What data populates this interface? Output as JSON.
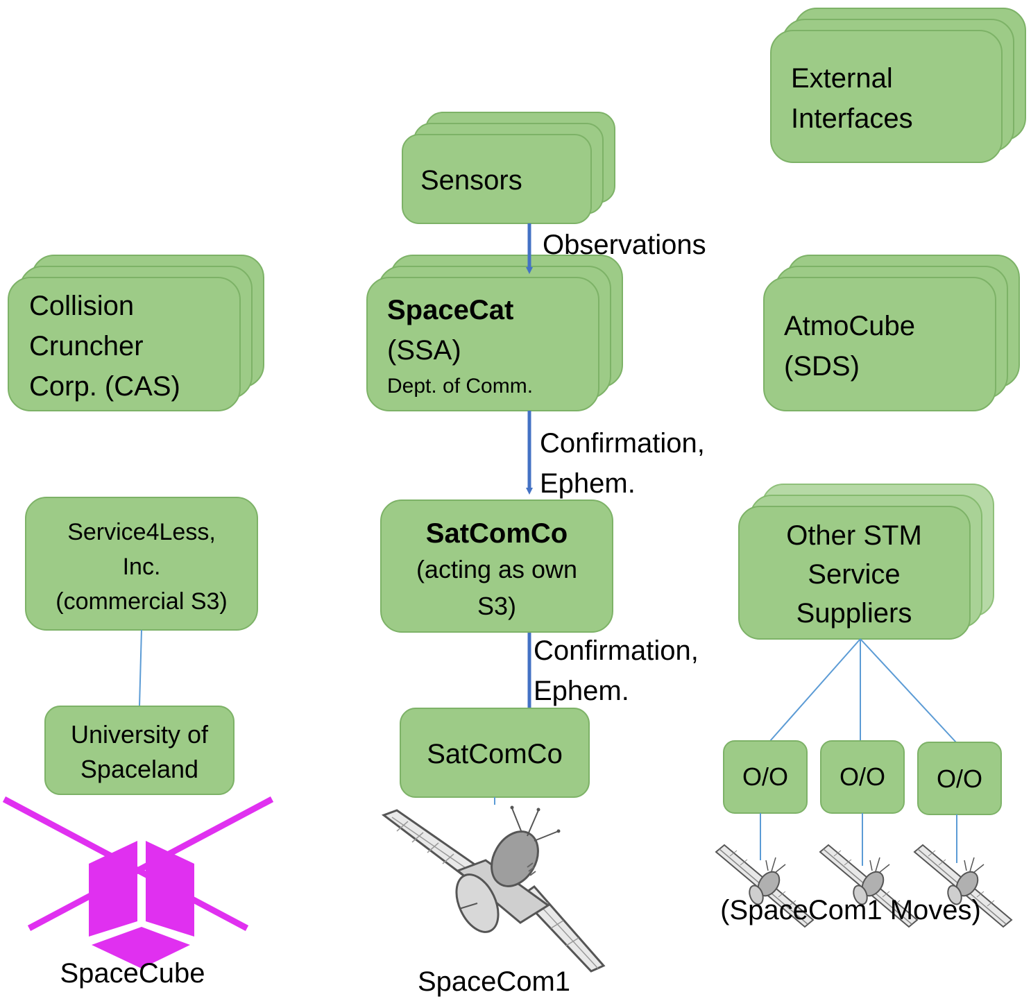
{
  "colors": {
    "box_fill": "#9DCB87",
    "box_fill_light": "#B6D9A6",
    "box_stroke": "#7DB267",
    "arrow": "#4472C4",
    "link_line": "#5B9BD5",
    "spacecube": "#E030F0"
  },
  "boxes": {
    "external": {
      "line1": "External",
      "line2": "Interfaces"
    },
    "sensors": {
      "line1": "Sensors"
    },
    "collision": {
      "line1": "Collision",
      "line2": "Cruncher",
      "line3": "Corp. (CAS)"
    },
    "spacecat": {
      "title": "SpaceCat",
      "line2": "(SSA)",
      "line3": "Dept. of Comm."
    },
    "atmocube": {
      "line1": "AtmoCube",
      "line2": "(SDS)"
    },
    "service4less": {
      "line1": "Service4Less,",
      "line2": "Inc.",
      "line3": "(commercial S3)"
    },
    "satcomco_s3": {
      "title": "SatComCo",
      "line2": "(acting as own",
      "line3": "S3)"
    },
    "other_stm": {
      "line1": "Other STM",
      "line2": "Service",
      "line3": "Suppliers"
    },
    "university": {
      "line1": "University of",
      "line2": "Spaceland"
    },
    "satcomco_op": {
      "line1": "SatComCo"
    },
    "oo_1": {
      "label": "O/O"
    },
    "oo_2": {
      "label": "O/O"
    },
    "oo_3": {
      "label": "O/O"
    }
  },
  "flows": {
    "observations": "Observations",
    "confirm1_line1": "Confirmation,",
    "confirm1_line2": "Ephem.",
    "confirm2_line1": "Confirmation,",
    "confirm2_line2": "Ephem."
  },
  "captions": {
    "spacecube": "SpaceCube",
    "spacecom1": "SpaceCom1",
    "moves": "(SpaceCom1 Moves)"
  },
  "icons": {
    "spacecube": "cubesat-icon",
    "spacecom1": "satellite-icon",
    "small_sat": "satellite-icon"
  }
}
